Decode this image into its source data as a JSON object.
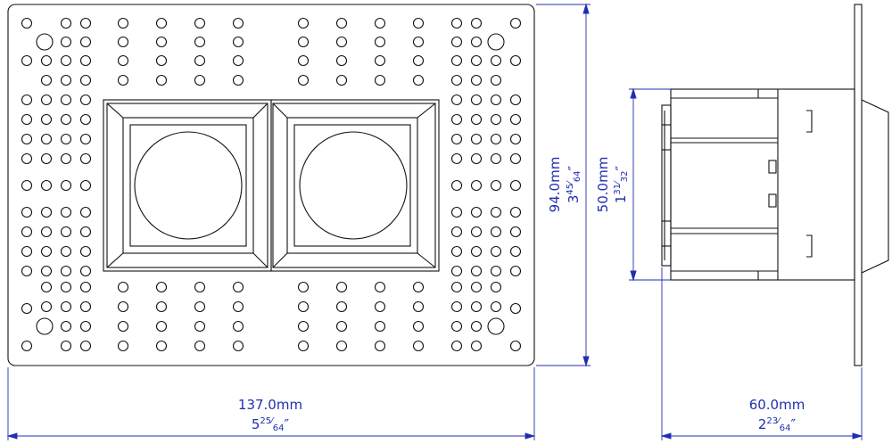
{
  "dimensions": {
    "width_mm": "137.0mm",
    "width_in_whole": "5",
    "width_in_num": "25",
    "width_in_den": "64",
    "height_mm": "94.0mm",
    "height_in_whole": "3",
    "height_in_num": "45",
    "height_in_den": "64",
    "body_height_mm": "50.0mm",
    "body_height_in_whole": "1",
    "body_height_in_num": "31",
    "body_height_in_den": "32",
    "depth_mm": "60.0mm",
    "depth_in_whole": "2",
    "depth_in_num": "23",
    "depth_in_den": "64",
    "inch_mark": "″"
  },
  "colors": {
    "line": "#111111",
    "dimension": "#1f2fb0",
    "background": "#ffffff"
  }
}
